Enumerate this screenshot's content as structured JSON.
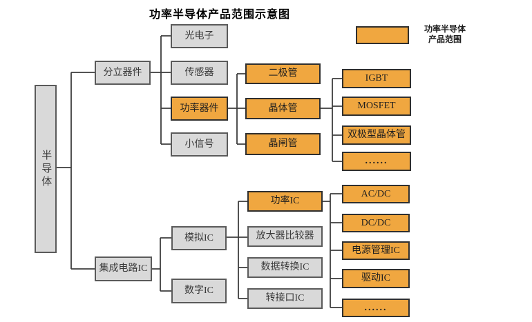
{
  "title": "功率半导体产品范围示意图",
  "legend": {
    "line1": "功率半导体",
    "line2": "产品范围"
  },
  "colors": {
    "highlight_fill": "#F0A740",
    "highlight_border": "#2F2F2F",
    "default_fill": "#D9D9D9",
    "default_border": "#5A5A5A",
    "line": "#3D3D3D"
  },
  "nodes": {
    "semiconductor": {
      "label": "半导体",
      "highlighted": false
    },
    "discrete": {
      "label": "分立器件",
      "highlighted": false
    },
    "optoelectronics": {
      "label": "光电子",
      "highlighted": false
    },
    "sensor": {
      "label": "传感器",
      "highlighted": false
    },
    "power_device": {
      "label": "功率器件",
      "highlighted": true
    },
    "small_signal": {
      "label": "小信号",
      "highlighted": false
    },
    "diode": {
      "label": "二极管",
      "highlighted": true
    },
    "transistor": {
      "label": "晶体管",
      "highlighted": true
    },
    "thyristor": {
      "label": "晶闸管",
      "highlighted": true
    },
    "igbt": {
      "label": "IGBT",
      "highlighted": true
    },
    "mosfet": {
      "label": "MOSFET",
      "highlighted": true
    },
    "bipolar_transistor": {
      "label": "双极型晶体管",
      "highlighted": true
    },
    "device_more": {
      "label": "......",
      "highlighted": true
    },
    "integrated_circuit": {
      "label": "集成电路IC",
      "highlighted": false
    },
    "analog_ic": {
      "label": "模拟IC",
      "highlighted": false
    },
    "digital_ic": {
      "label": "数字IC",
      "highlighted": false
    },
    "power_ic": {
      "label": "功率IC",
      "highlighted": true
    },
    "amplifier_comparator": {
      "label": "放大器比较器",
      "highlighted": false
    },
    "data_conversion_ic": {
      "label": "数据转换IC",
      "highlighted": false
    },
    "interface_ic": {
      "label": "转接口IC",
      "highlighted": false
    },
    "acdc": {
      "label": "AC/DC",
      "highlighted": true
    },
    "dcdc": {
      "label": "DC/DC",
      "highlighted": true
    },
    "power_mgmt_ic": {
      "label": "电源管理IC",
      "highlighted": true
    },
    "driver_ic": {
      "label": "驱动IC",
      "highlighted": true
    },
    "ic_more": {
      "label": "......",
      "highlighted": true
    }
  }
}
